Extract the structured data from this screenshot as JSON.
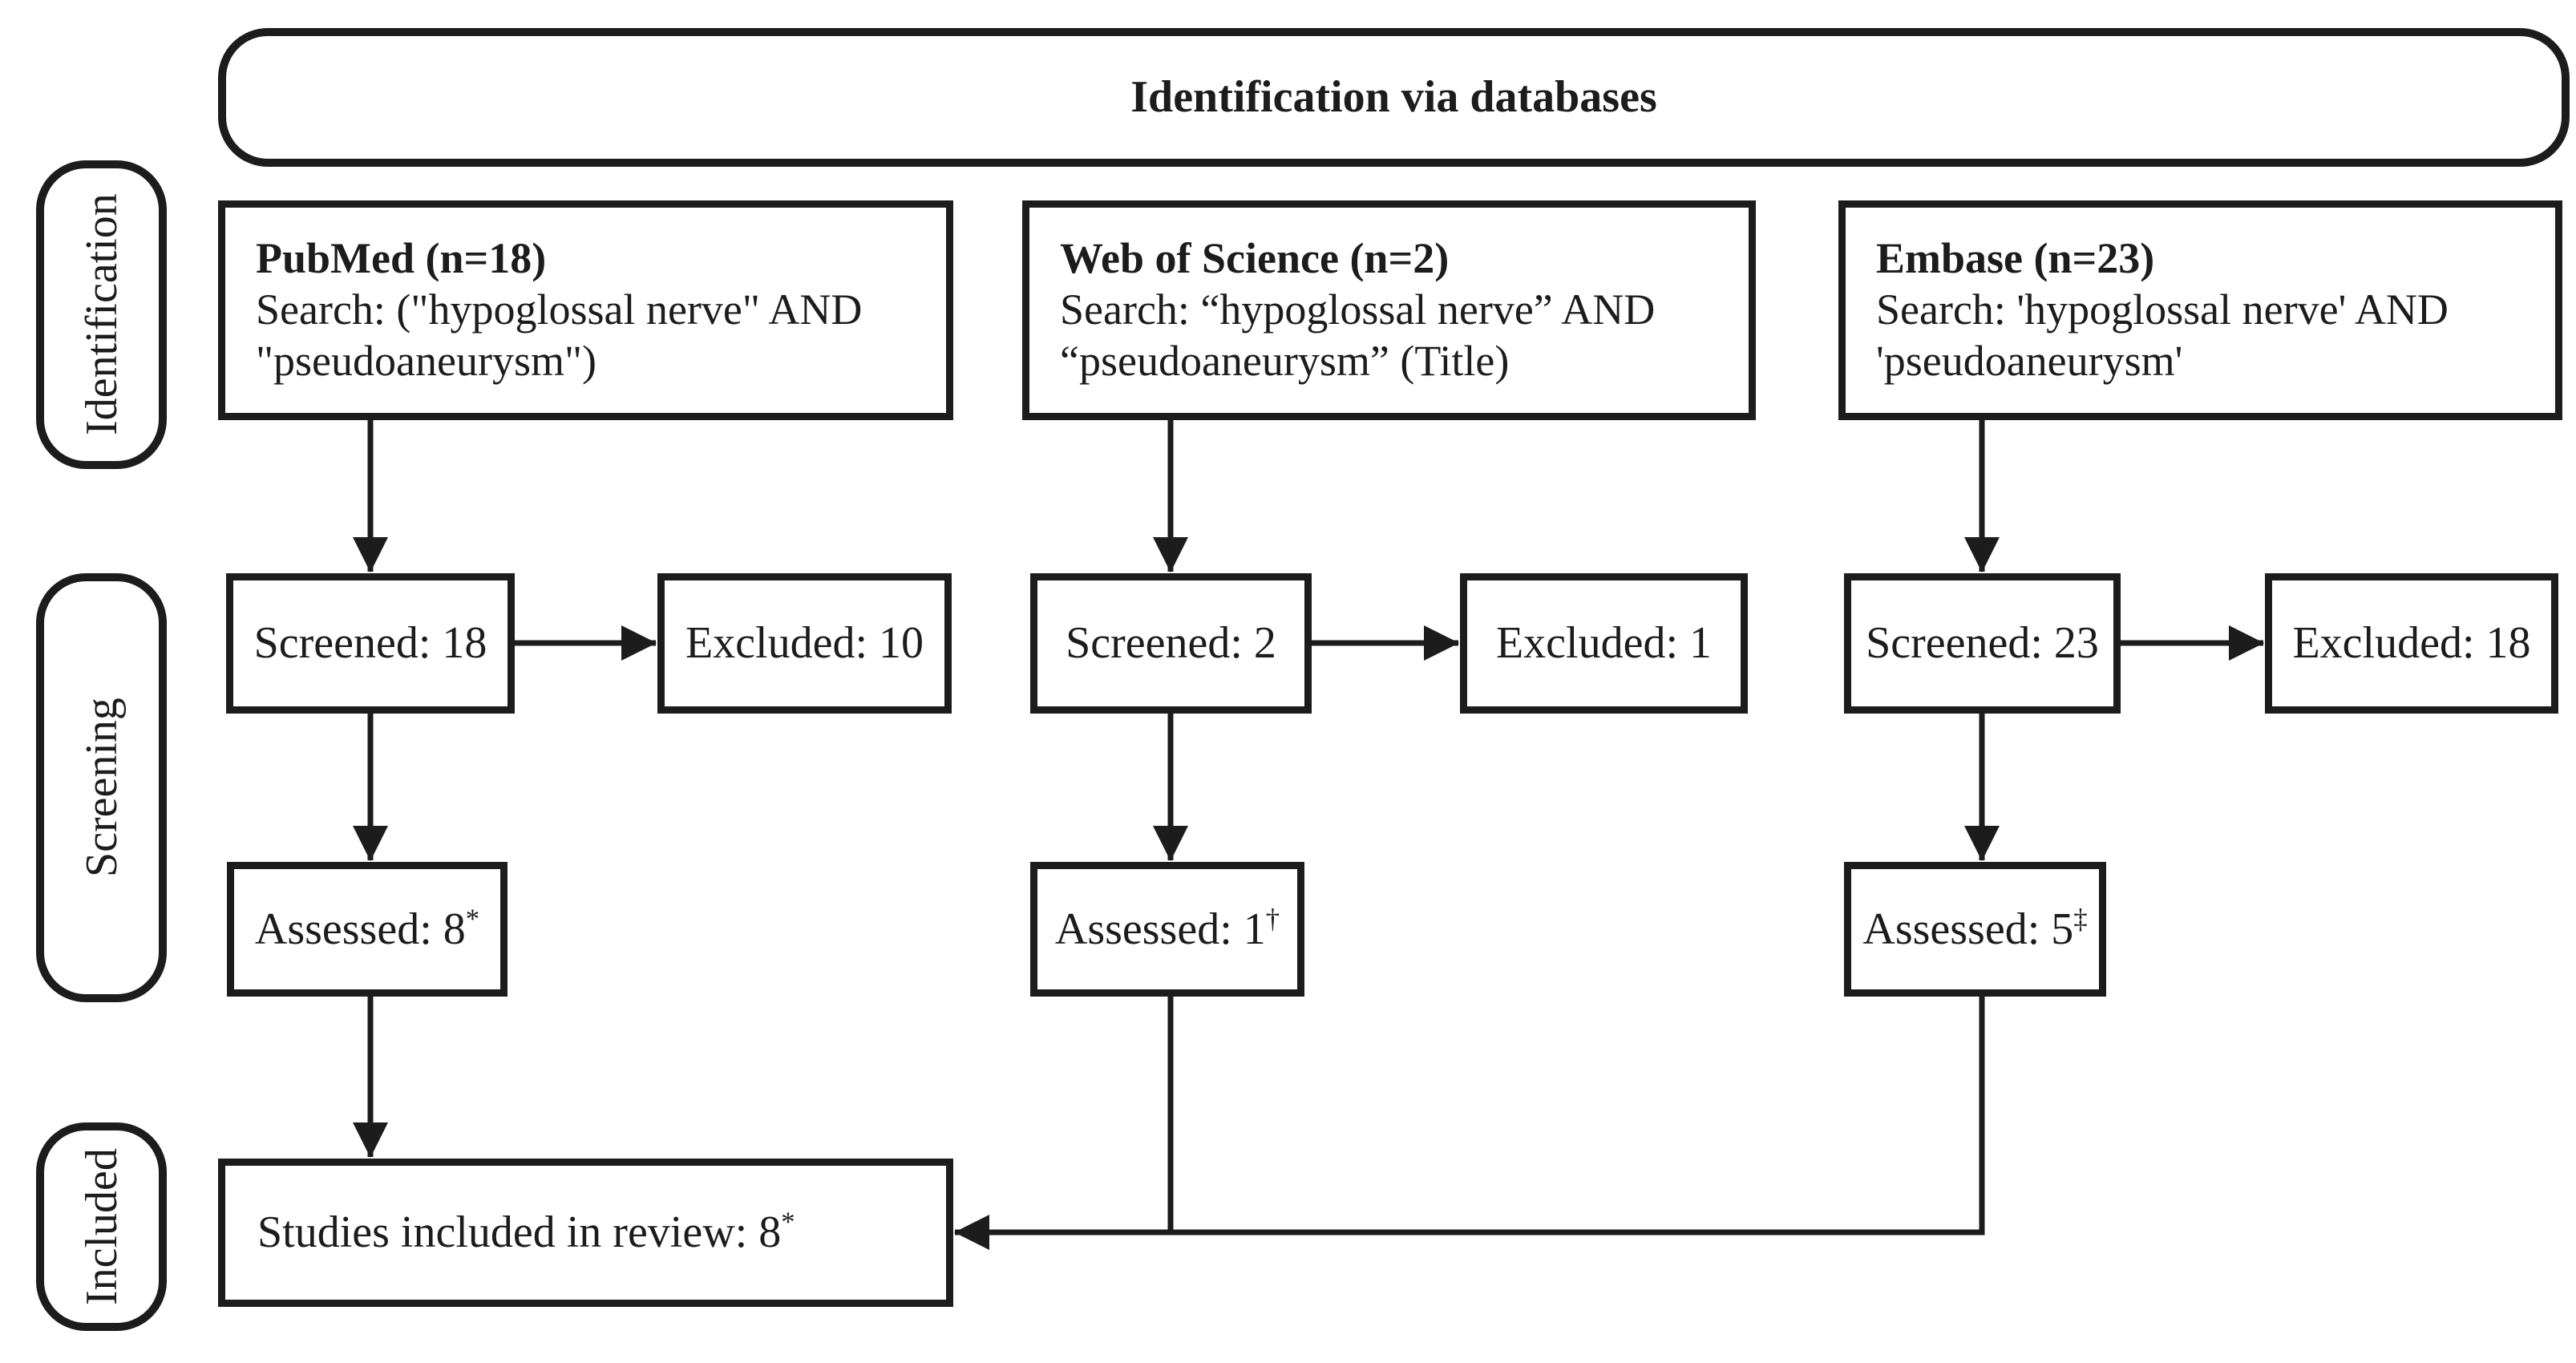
{
  "banner": {
    "title": "Identification via databases"
  },
  "stages": [
    {
      "label": "Identification"
    },
    {
      "label": "Screening"
    },
    {
      "label": "Included"
    }
  ],
  "columns": [
    {
      "database": "PubMed (n=18)",
      "search_line1": "Search: (\"hypoglossal nerve\" AND",
      "search_line2": "\"pseudoaneurysm\")",
      "screened": "Screened: 18",
      "excluded": "Excluded: 10",
      "assessed": "Assessed: 8",
      "assessed_sup": "*"
    },
    {
      "database": "Web of Science (n=2)",
      "search_line1": "Search: “hypoglossal nerve” AND",
      "search_line2": "“pseudoaneurysm” (Title)",
      "screened": "Screened: 2",
      "excluded": "Excluded: 1",
      "assessed": "Assessed: 1",
      "assessed_sup": "†"
    },
    {
      "database": "Embase (n=23)",
      "search_line1": "Search: 'hypoglossal nerve' AND",
      "search_line2": "'pseudoaneurysm'",
      "screened": "Screened: 23",
      "excluded": "Excluded: 18",
      "assessed": "Assessed: 5",
      "assessed_sup": "‡"
    }
  ],
  "included": {
    "label": "Studies included in review: 8",
    "sup": "*"
  },
  "colors": {
    "ink": "#1c1c1c",
    "background": "#ffffff"
  }
}
